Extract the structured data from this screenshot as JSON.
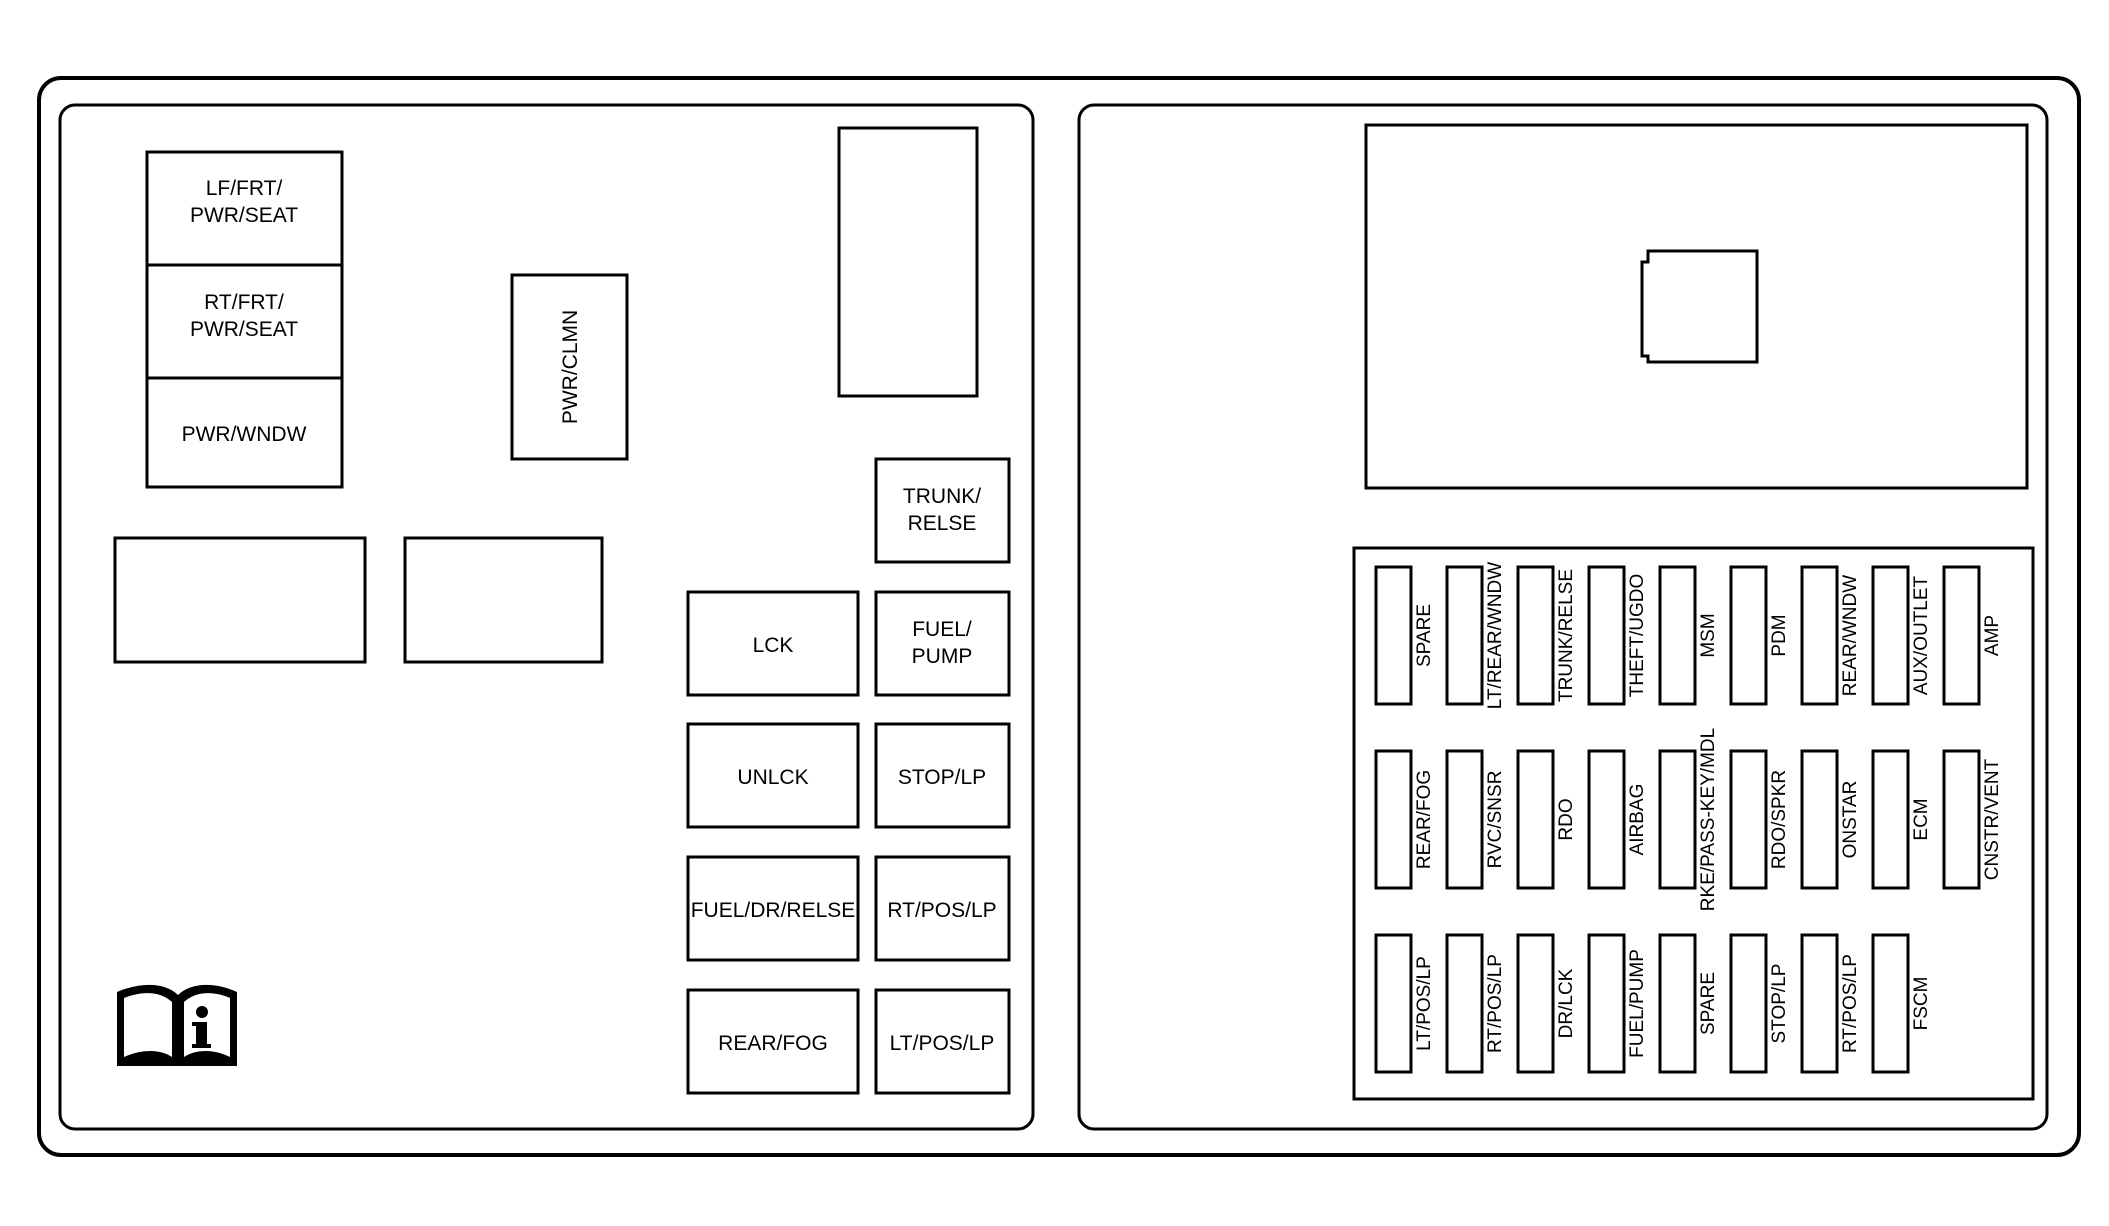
{
  "colors": {
    "line": "#000000",
    "background": "#ffffff"
  },
  "left_panel": {
    "seat_stack": [
      {
        "lines": [
          "LF/FRT/",
          "PWR/SEAT"
        ]
      },
      {
        "lines": [
          "RT/FRT/",
          "PWR/SEAT"
        ]
      },
      {
        "lines": [
          "PWR/WNDW"
        ]
      }
    ],
    "pwr_clmn": "PWR/CLMN",
    "relay_grid": {
      "left": [
        "LCK",
        "UNLCK",
        "FUEL/DR/RELSE",
        "REAR/FOG"
      ],
      "right": [
        {
          "lines": [
            "TRUNK/",
            "RELSE"
          ]
        },
        {
          "lines": [
            "FUEL/",
            "PUMP"
          ]
        },
        {
          "lines": [
            "STOP/LP"
          ]
        },
        {
          "lines": [
            "RT/POS/LP"
          ]
        },
        {
          "lines": [
            "LT/POS/LP"
          ]
        }
      ]
    },
    "manual_icon": "owner-manual-info-icon"
  },
  "right_panel": {
    "fuse_rows": [
      [
        "SPARE",
        "LT/REAR/WNDW",
        "TRUNK/RELSE",
        "THEFT/UGDO",
        "MSM",
        "PDM",
        "REAR/WNDW",
        "AUX/OUTLET",
        "AMP"
      ],
      [
        "REAR/FOG",
        "RVC/SNSR",
        "RDO",
        "AIRBAG",
        "RKE/PASS-KEY/MDL",
        "RDO/SPKR",
        "ONSTAR",
        "ECM",
        "CNSTR/VENT"
      ],
      [
        "LT/POS/LP",
        "RT/POS/LP",
        "DR/LCK",
        "FUEL/PUMP",
        "SPARE",
        "STOP/LP",
        "RT/POS/LP",
        "FSCM"
      ]
    ]
  }
}
